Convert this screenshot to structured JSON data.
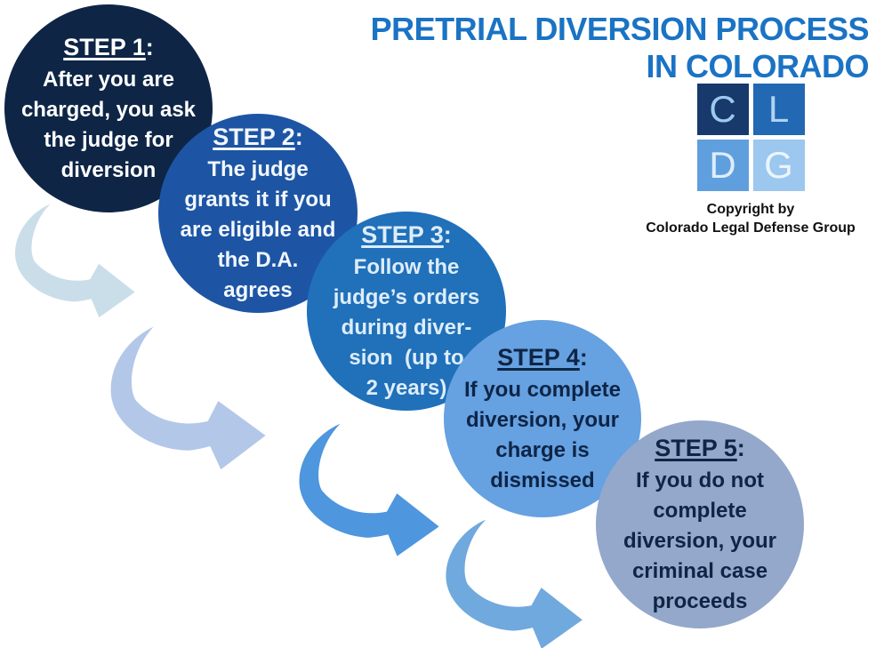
{
  "title": {
    "line1": "PRETRIAL DIVERSION PROCESS",
    "line2": "IN COLORADO",
    "color": "#1a73c4"
  },
  "steps": [
    {
      "label": "STEP 1",
      "colon": ":",
      "lines": [
        "After you are",
        "charged, you ask",
        "the judge for",
        "diversion"
      ],
      "bg": "#0e2546",
      "fg": "#ffffff"
    },
    {
      "label": "STEP 2",
      "colon": ":",
      "lines": [
        "The judge",
        "grants it if you",
        "are eligible and",
        "the D.A.",
        "agrees"
      ],
      "bg": "#1d55a4",
      "fg": "#f2f7fc"
    },
    {
      "label": "STEP 3",
      "colon": ":",
      "lines": [
        "Follow the",
        "judge’s orders",
        "during diver-",
        "sion  (up to",
        "2 years)"
      ],
      "bg": "#2070ba",
      "fg": "#ddedf8"
    },
    {
      "label": "STEP 4",
      "colon": ":",
      "lines": [
        "If you complete",
        "diversion, your",
        "charge is",
        "dismissed"
      ],
      "bg": "#66a1e1",
      "fg": "#0e2546"
    },
    {
      "label": "STEP 5",
      "colon": ":",
      "lines": [
        "If you do not",
        "complete",
        "diversion, your",
        "criminal case",
        "proceeds"
      ],
      "bg": "#93a8ca",
      "fg": "#0e2546"
    }
  ],
  "arrows": [
    {
      "name": "arrow-step1-to-step2",
      "color": "#cadee9"
    },
    {
      "name": "arrow-step2-to-step3",
      "color": "#b3c7e8"
    },
    {
      "name": "arrow-step3-to-step4",
      "color": "#4e96de"
    },
    {
      "name": "arrow-step4-to-step5",
      "color": "#70a9dd"
    }
  ],
  "logo": {
    "squares": [
      {
        "letter": "C",
        "bg": "#17396b",
        "fg": "#9cc9ee"
      },
      {
        "letter": "L",
        "bg": "#2268b3",
        "fg": "#afd3f1"
      },
      {
        "letter": "D",
        "bg": "#5f9fde",
        "fg": "#ddeefa"
      },
      {
        "letter": "G",
        "bg": "#9cc7ee",
        "fg": "#eaf5fc"
      }
    ],
    "copyright_line1": "Copyright by",
    "copyright_line2": "Colorado Legal Defense Group"
  }
}
